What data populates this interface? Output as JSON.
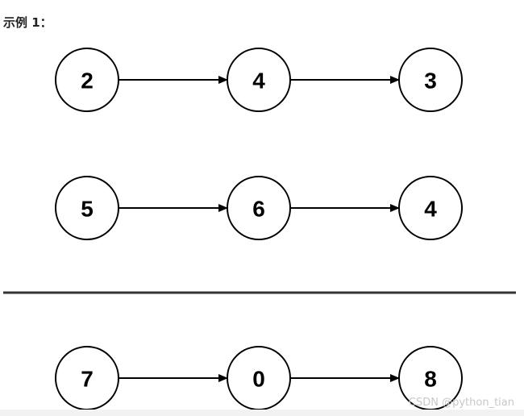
{
  "heading": "示例 1：",
  "lists": [
    {
      "nodes": [
        "2",
        "4",
        "3"
      ]
    },
    {
      "nodes": [
        "5",
        "6",
        "4"
      ]
    },
    {
      "nodes": [
        "7",
        "0",
        "8"
      ]
    }
  ],
  "watermark": "CSDN @python_tian"
}
